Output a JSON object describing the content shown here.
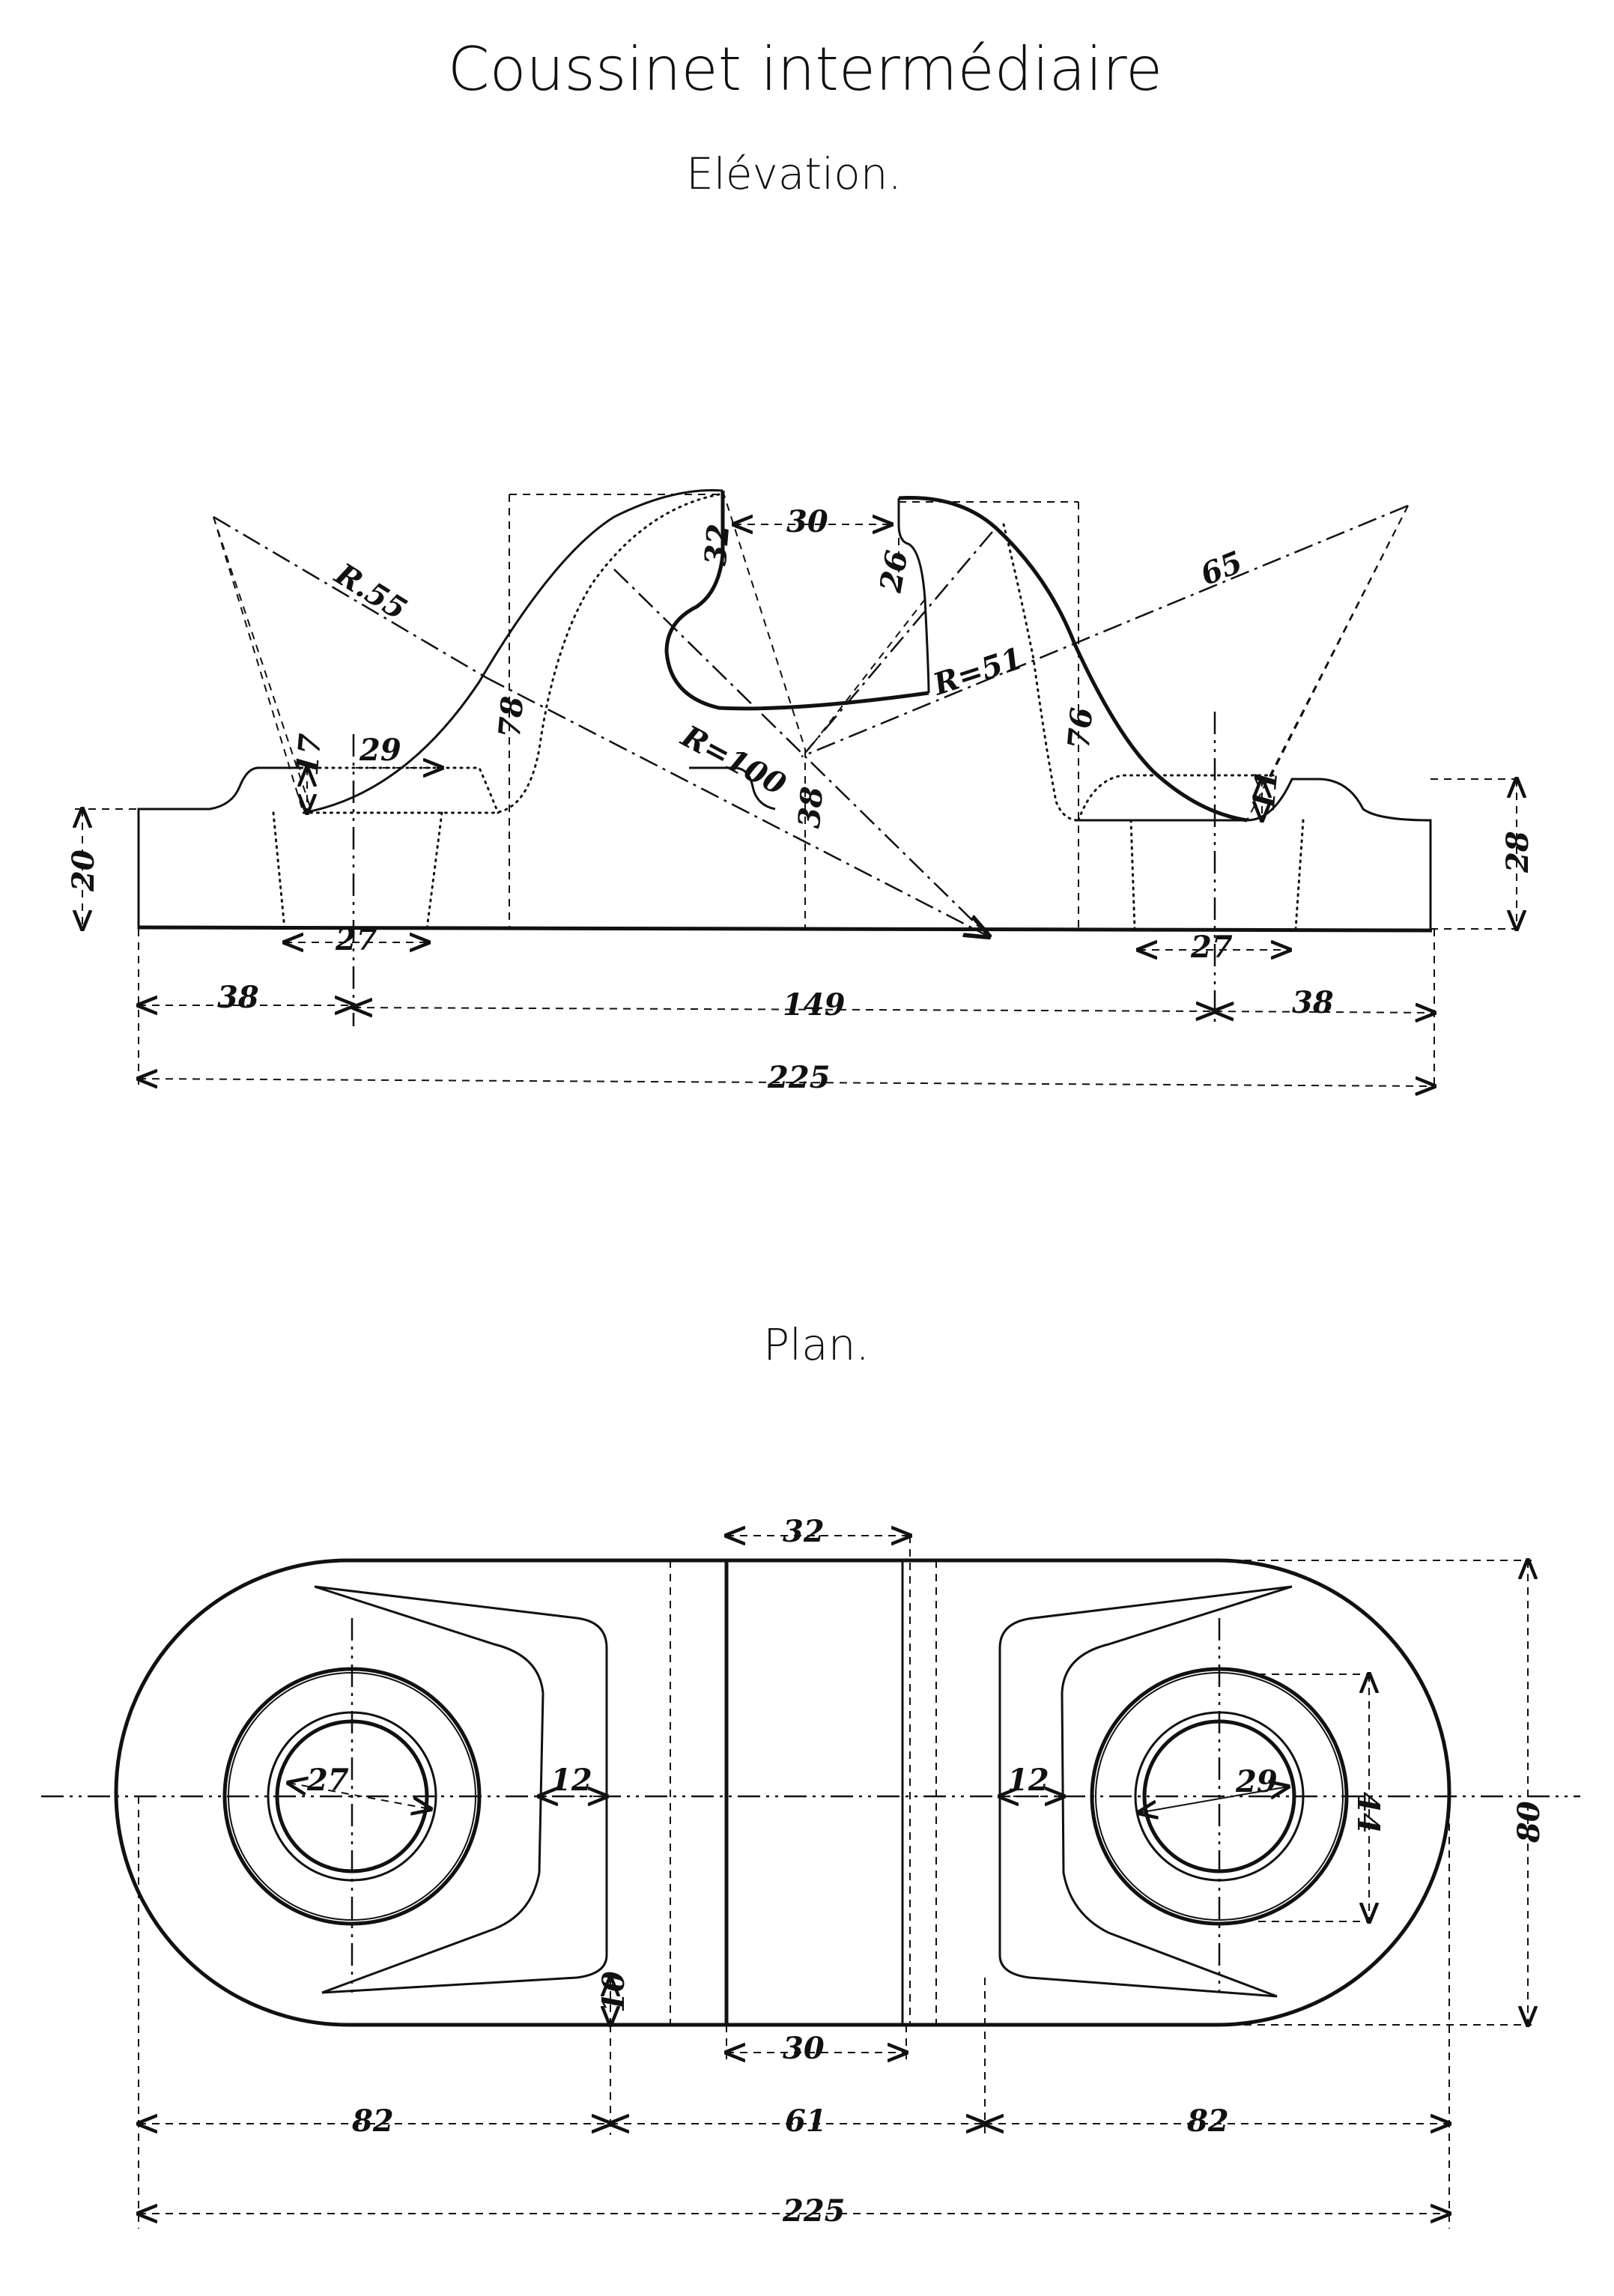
{
  "titles": {
    "main": "Coussinet intermédiaire",
    "elevation": "Elévation.",
    "plan": "Plan."
  },
  "elevation_dims": {
    "r55": "R.55",
    "r100": "R=100",
    "r51": "R=51",
    "d65": "65",
    "d30": "30",
    "d32": "32",
    "d26": "26",
    "d78": "78",
    "d76": "76",
    "d38v": "38",
    "d17": "17",
    "d29": "29",
    "d11": "11",
    "d20": "20",
    "d28": "28",
    "d27l": "27",
    "d27r": "27",
    "d38l": "38",
    "d149": "149",
    "d38r": "38",
    "d225": "225"
  },
  "plan_dims": {
    "d32": "32",
    "d30": "30",
    "d27": "27",
    "d29": "29",
    "d12l": "12",
    "d12r": "12",
    "d44": "44",
    "d80": "80",
    "d10": "10",
    "d82l": "82",
    "d61": "61",
    "d82r": "82",
    "d225": "225"
  }
}
